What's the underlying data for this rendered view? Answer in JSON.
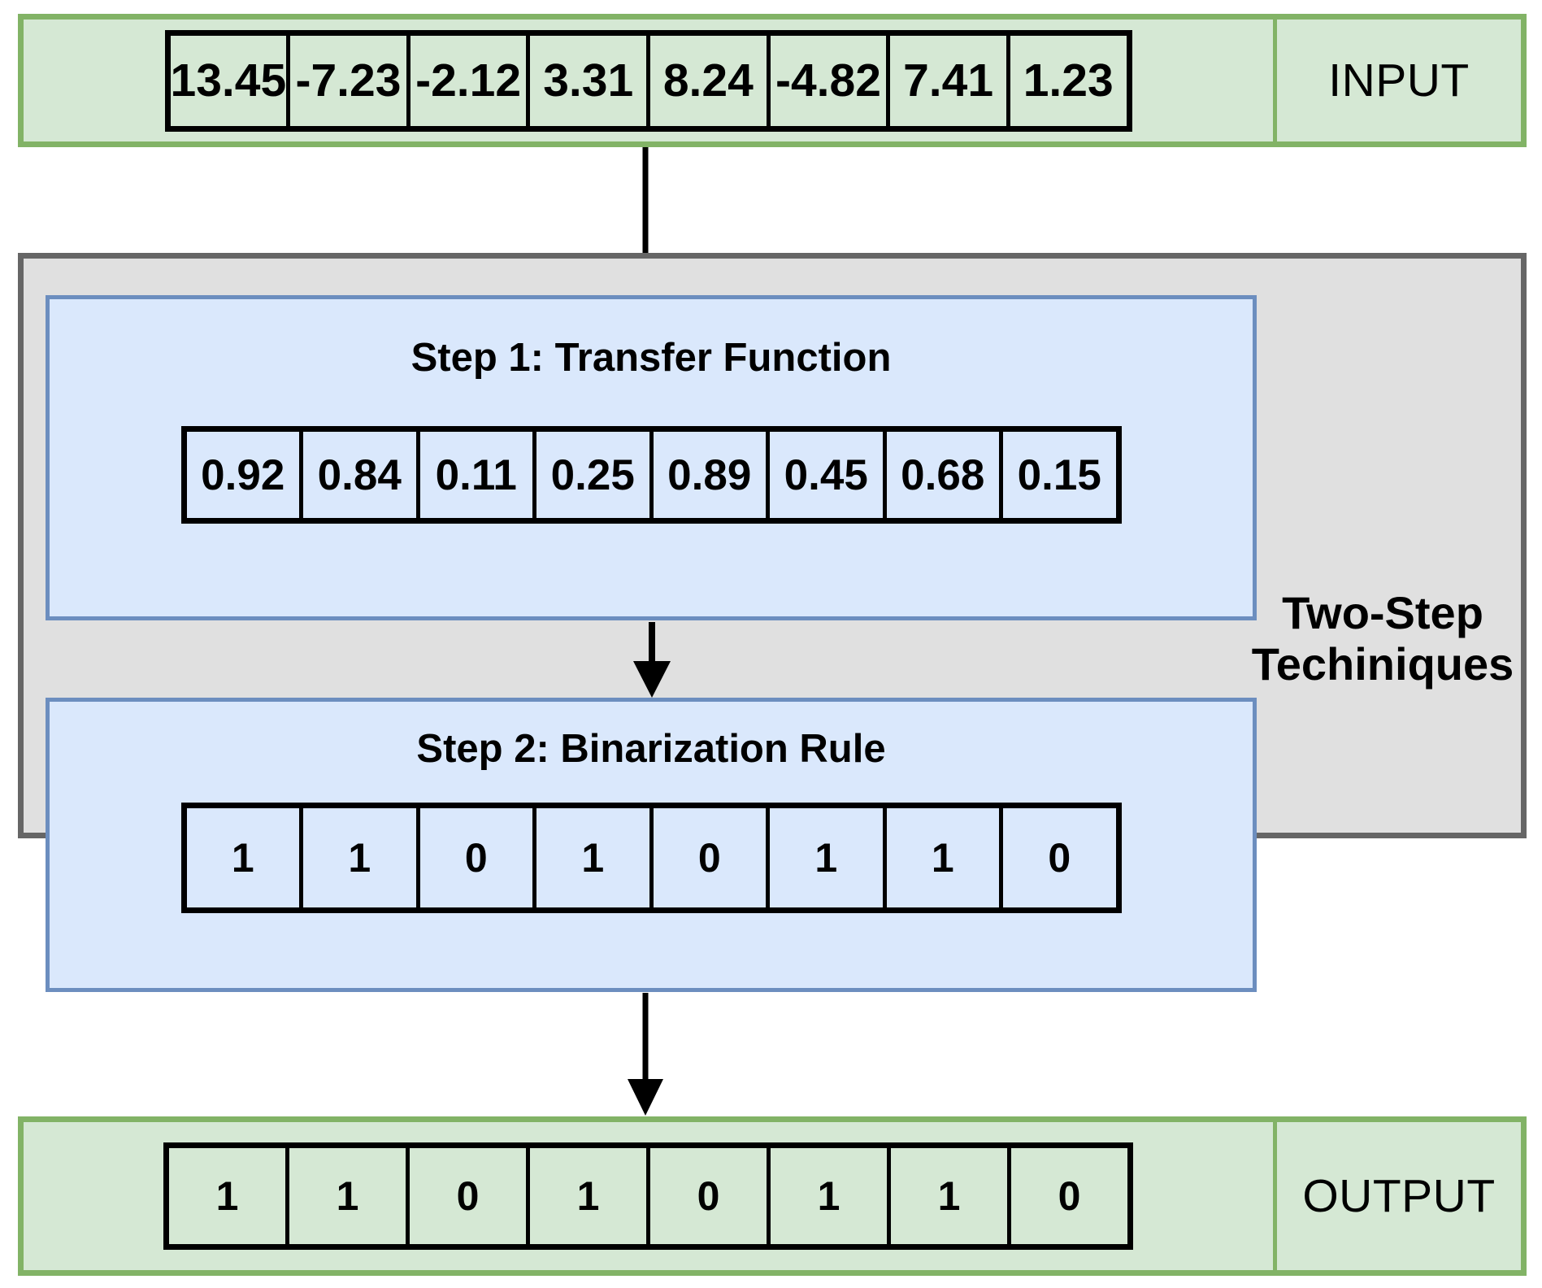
{
  "diagram": {
    "title_hidden": "",
    "colors": {
      "green_fill": "#d5e8d4",
      "green_border": "#82b366",
      "blue_fill": "#dae8fc",
      "blue_border": "#6c8ebf",
      "gray_fill": "#e0e0e0",
      "gray_border": "#666666",
      "line": "#000000"
    }
  },
  "input": {
    "label": "INPUT",
    "values": [
      "13.45",
      "-7.23",
      "-2.12",
      "3.31",
      "8.24",
      "-4.82",
      "7.41",
      "1.23"
    ]
  },
  "container": {
    "label": "Two-Step\nTechiniques"
  },
  "step1": {
    "title": "Step 1: Transfer Function",
    "values": [
      "0.92",
      "0.84",
      "0.11",
      "0.25",
      "0.89",
      "0.45",
      "0.68",
      "0.15"
    ]
  },
  "step2": {
    "title": "Step 2: Binarization Rule",
    "values": [
      "1",
      "1",
      "0",
      "1",
      "0",
      "1",
      "1",
      "0"
    ]
  },
  "output": {
    "label": "OUTPUT",
    "values": [
      "1",
      "1",
      "0",
      "1",
      "0",
      "1",
      "1",
      "0"
    ]
  },
  "arrows": [
    {
      "name": "input-to-step1",
      "from": "input",
      "to": "step1"
    },
    {
      "name": "step1-to-step2",
      "from": "step1",
      "to": "step2"
    },
    {
      "name": "step2-to-output",
      "from": "step2",
      "to": "output"
    }
  ]
}
